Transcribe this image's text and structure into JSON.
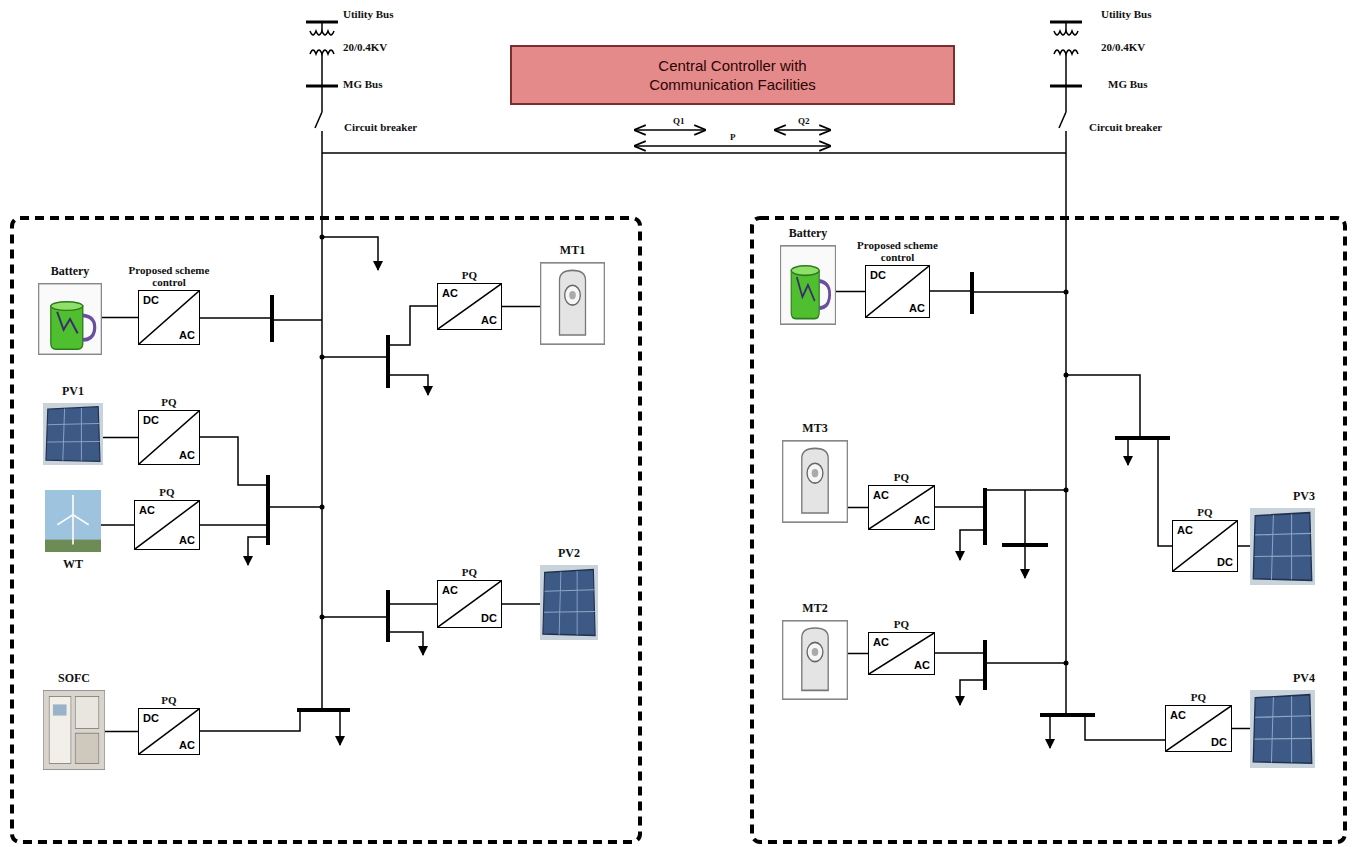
{
  "diagram": {
    "nodes": [
      {
        "text": [
          "Central Controller with Communication Facilities"
        ]
      },
      {
        "text": [
          "Battery"
        ]
      },
      {
        "text": [
          "Proposed scheme control",
          "DC",
          "AC"
        ]
      },
      {
        "text": [
          "MT1"
        ]
      },
      {
        "text": [
          "PQ",
          "AC",
          "AC"
        ]
      },
      {
        "text": [
          "PV1"
        ]
      },
      {
        "text": [
          "PQ",
          "DC",
          "AC"
        ]
      },
      {
        "text": [
          "WT"
        ]
      },
      {
        "text": [
          "PQ",
          "AC",
          "AC"
        ]
      },
      {
        "text": [
          "PV2"
        ]
      },
      {
        "text": [
          "PQ",
          "AC",
          "DC"
        ]
      },
      {
        "text": [
          "SOFC"
        ]
      },
      {
        "text": [
          "PQ",
          "DC",
          "AC"
        ]
      },
      {
        "text": [
          "Battery"
        ]
      },
      {
        "text": [
          "Proposed scheme control",
          "DC",
          "AC"
        ]
      },
      {
        "text": [
          "MT3"
        ]
      },
      {
        "text": [
          "PQ",
          "AC",
          "AC"
        ]
      },
      {
        "text": [
          "PV3"
        ]
      },
      {
        "text": [
          "PQ",
          "AC",
          "DC"
        ]
      },
      {
        "text": [
          "MT2"
        ]
      },
      {
        "text": [
          "PQ",
          "AC",
          "AC"
        ]
      },
      {
        "text": [
          "PV4"
        ]
      },
      {
        "text": [
          "PQ",
          "AC",
          "DC"
        ]
      }
    ],
    "edges": [
      {
        "from": 1,
        "to": 2,
        "arrow": "none"
      },
      {
        "from": 3,
        "to": 4,
        "arrow": "none"
      },
      {
        "from": 5,
        "to": 6,
        "arrow": "none"
      },
      {
        "from": 7,
        "to": 8,
        "arrow": "none"
      },
      {
        "from": 9,
        "to": 10,
        "arrow": "none"
      },
      {
        "from": 11,
        "to": 12,
        "arrow": "none"
      },
      {
        "from": 13,
        "to": 14,
        "arrow": "none"
      },
      {
        "from": 15,
        "to": 16,
        "arrow": "none"
      },
      {
        "from": 17,
        "to": 18,
        "arrow": "none"
      },
      {
        "from": 19,
        "to": 20,
        "arrow": "none"
      },
      {
        "from": 21,
        "to": 22,
        "arrow": "none"
      }
    ],
    "labels": [
      "Utility Bus",
      "20/0.4KV",
      "MG Bus",
      "Circuit breaker",
      "Utility Bus",
      "20/0.4KV",
      "MG Bus",
      "Circuit breaker",
      "Q1",
      "Q2",
      "P"
    ]
  }
}
